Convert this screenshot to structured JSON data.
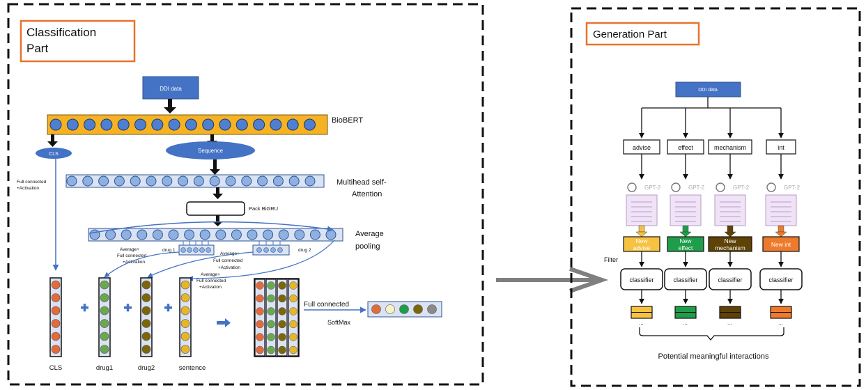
{
  "classification": {
    "title_line1": "Classification",
    "title_line2": "Part",
    "ddi_data": "DDI data",
    "biobert": "BioBERT",
    "cls_node": "CLS",
    "sequence_node": "Sequence",
    "full_connected_activation_line1": "Full connected",
    "full_connected_activation_line2": "+Activation",
    "multihead_line1": "Multihead self-",
    "multihead_line2": "Attention",
    "pack_bigru": "Pack BiGRU",
    "average_pooling_line1": "Average",
    "average_pooling_line2": "pooling",
    "drug1_label": "drug 1",
    "drug2_label": "drug 2",
    "fc_block1": [
      "Average+",
      "Full connected",
      "+Activation"
    ],
    "fc_block2": [
      "Average+",
      "Full connected",
      "+Activation"
    ],
    "fc_block3": [
      "Average+",
      "Full connected",
      "+Activation"
    ],
    "full_connected": "Full connected",
    "softmax": "SoftMax",
    "col_cls": "CLS",
    "col_drug1": "drug1",
    "col_drug2": "drug2",
    "col_sentence": "sentence"
  },
  "generation": {
    "title": "Generation Part",
    "ddi_data": "DDI data",
    "categories": [
      "advise",
      "effect",
      "mechanism",
      "int"
    ],
    "gpt_label": "GPT-2",
    "new_outputs": [
      {
        "line1": "New",
        "line2": "advise",
        "color": "#f5c242"
      },
      {
        "line1": "New",
        "line2": "effect",
        "color": "#1e9e4a"
      },
      {
        "line1": "New",
        "line2": "mechanism",
        "color": "#5e4206"
      },
      {
        "line1": "New int",
        "line2": "",
        "color": "#ee7a2c"
      }
    ],
    "filter": "Filter",
    "classifier": "classifier",
    "ellipsis": "...",
    "potential": "Potential meaningful interactions"
  },
  "colors": {
    "orange_box": "#e8732a",
    "blue_box": "#4472c4",
    "biobert_bar": "#f5b324",
    "node_blue": "#8fb0e0",
    "node_dark": "#2f5597"
  }
}
